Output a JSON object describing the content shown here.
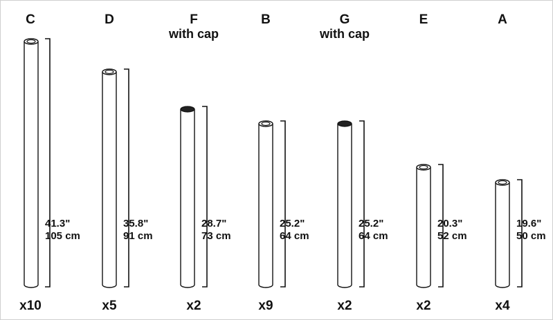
{
  "colors": {
    "outline": "#111111",
    "cap": "#222222",
    "background": "#ffffff"
  },
  "tubes": [
    {
      "letter": "C",
      "subtitle": "",
      "inches": "41.3\"",
      "cm": "105 cm",
      "quantity": "x10",
      "capped": false
    },
    {
      "letter": "D",
      "subtitle": "",
      "inches": "35.8\"",
      "cm": "91 cm",
      "quantity": "x5",
      "capped": false
    },
    {
      "letter": "F",
      "subtitle": "with cap",
      "inches": "28.7\"",
      "cm": "73 cm",
      "quantity": "x2",
      "capped": true
    },
    {
      "letter": "B",
      "subtitle": "",
      "inches": "25.2\"",
      "cm": "64 cm",
      "quantity": "x9",
      "capped": false
    },
    {
      "letter": "G",
      "subtitle": "with cap",
      "inches": "25.2\"",
      "cm": "64 cm",
      "quantity": "x2",
      "capped": true
    },
    {
      "letter": "E",
      "subtitle": "",
      "inches": "20.3\"",
      "cm": "52 cm",
      "quantity": "x2",
      "capped": false
    },
    {
      "letter": "A",
      "subtitle": "",
      "inches": "19.6\"",
      "cm": "50 cm",
      "quantity": "x4",
      "capped": false
    }
  ]
}
